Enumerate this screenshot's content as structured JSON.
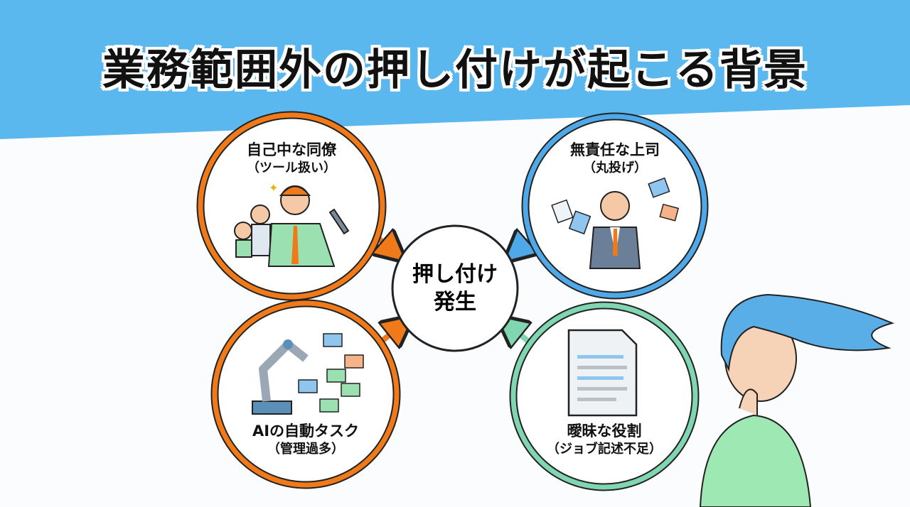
{
  "title": "業務範囲外の押し付けが起こる背景",
  "center": {
    "line1": "押し付け",
    "line2": "発生"
  },
  "causes": [
    {
      "title": "自己中な同僚",
      "sub": "（ツール扱い）",
      "color": "#f07a1a"
    },
    {
      "title": "無責任な上司",
      "sub": "（丸投げ）",
      "color": "#4fa8e8"
    },
    {
      "title": "AIの自動タスク",
      "sub": "（管理過多）",
      "color": "#f07a1a"
    },
    {
      "title": "曖昧な役割",
      "sub": "（ジョブ記述不足）",
      "color": "#7fd6b0"
    }
  ]
}
